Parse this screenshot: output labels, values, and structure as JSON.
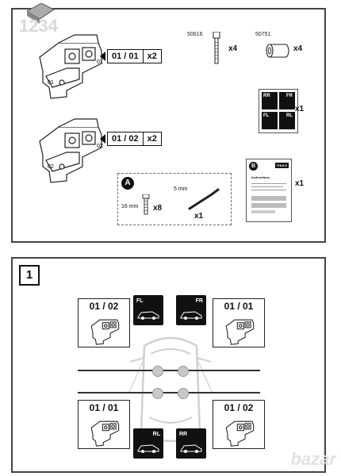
{
  "top_panel": {
    "watermark": "1234",
    "kit_a": {
      "code": "01 / 01",
      "qty": "x2"
    },
    "kit_b": {
      "code": "01 / 02",
      "qty": "x2"
    },
    "bracket_marks_a": [
      "01",
      "01"
    ],
    "bracket_marks_b": [
      "02",
      "02"
    ],
    "bolt": {
      "part_no": "50616",
      "qty": "x4"
    },
    "sleeve": {
      "part_no": "50751",
      "qty": "x4"
    },
    "sticker_set": {
      "labels": [
        "RR",
        "FR",
        "FL",
        "RL"
      ],
      "qty": "x1"
    },
    "tool_kit": {
      "badge": "A",
      "screw_length": "16 mm",
      "screw_qty": "x8",
      "key_size": "5 mm",
      "key_qty": "x1"
    },
    "manual": {
      "badge": "B",
      "brand": "THULE",
      "title": "Instructions",
      "qty": "x1"
    }
  },
  "bottom_panel": {
    "step": "1",
    "top_left": {
      "code": "01 / 02",
      "tile": "FL"
    },
    "top_right": {
      "code": "01 / 01",
      "tile": "FR"
    },
    "bottom_left": {
      "code": "01 / 01",
      "tile": "RL"
    },
    "bottom_right": {
      "code": "01 / 02",
      "tile": "RR"
    }
  },
  "colors": {
    "border": "#444444",
    "ink": "#111111",
    "dot": "#c8c8c8",
    "tile": "#111111"
  },
  "watermark_corner": "bazar"
}
